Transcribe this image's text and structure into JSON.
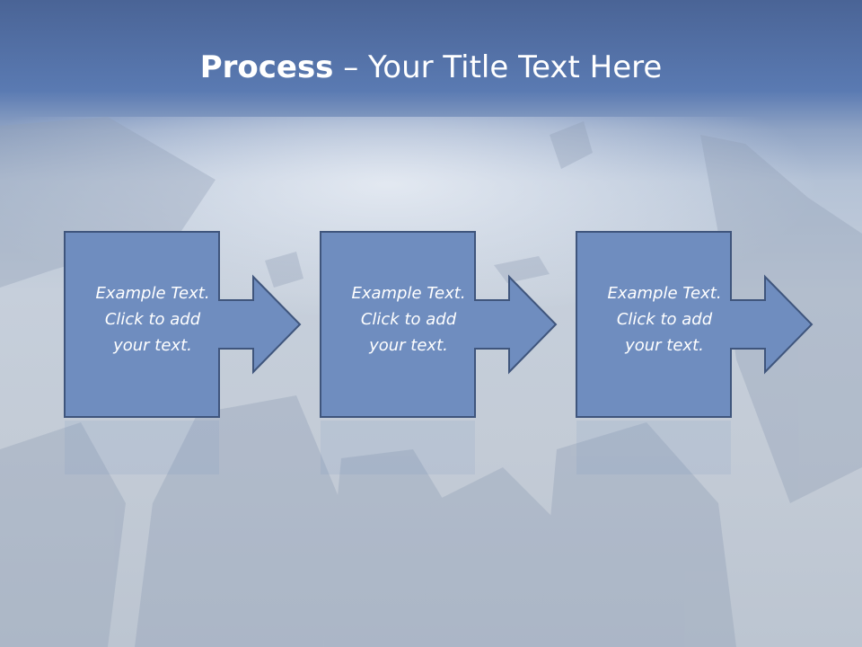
{
  "slide": {
    "title_bold": "Process",
    "title_rest": " – Your Title Text Here"
  },
  "steps": [
    {
      "lines": [
        "Example Text.",
        "Click  to add",
        "your text."
      ]
    },
    {
      "lines": [
        "Example Text.",
        "Click  to add",
        "your text."
      ]
    },
    {
      "lines": [
        "Example Text.",
        "Click  to add",
        "your text."
      ]
    }
  ],
  "colors": {
    "shape_fill": "#6f8dbf",
    "shape_stroke": "#3f557c",
    "title_text": "#ffffff"
  }
}
